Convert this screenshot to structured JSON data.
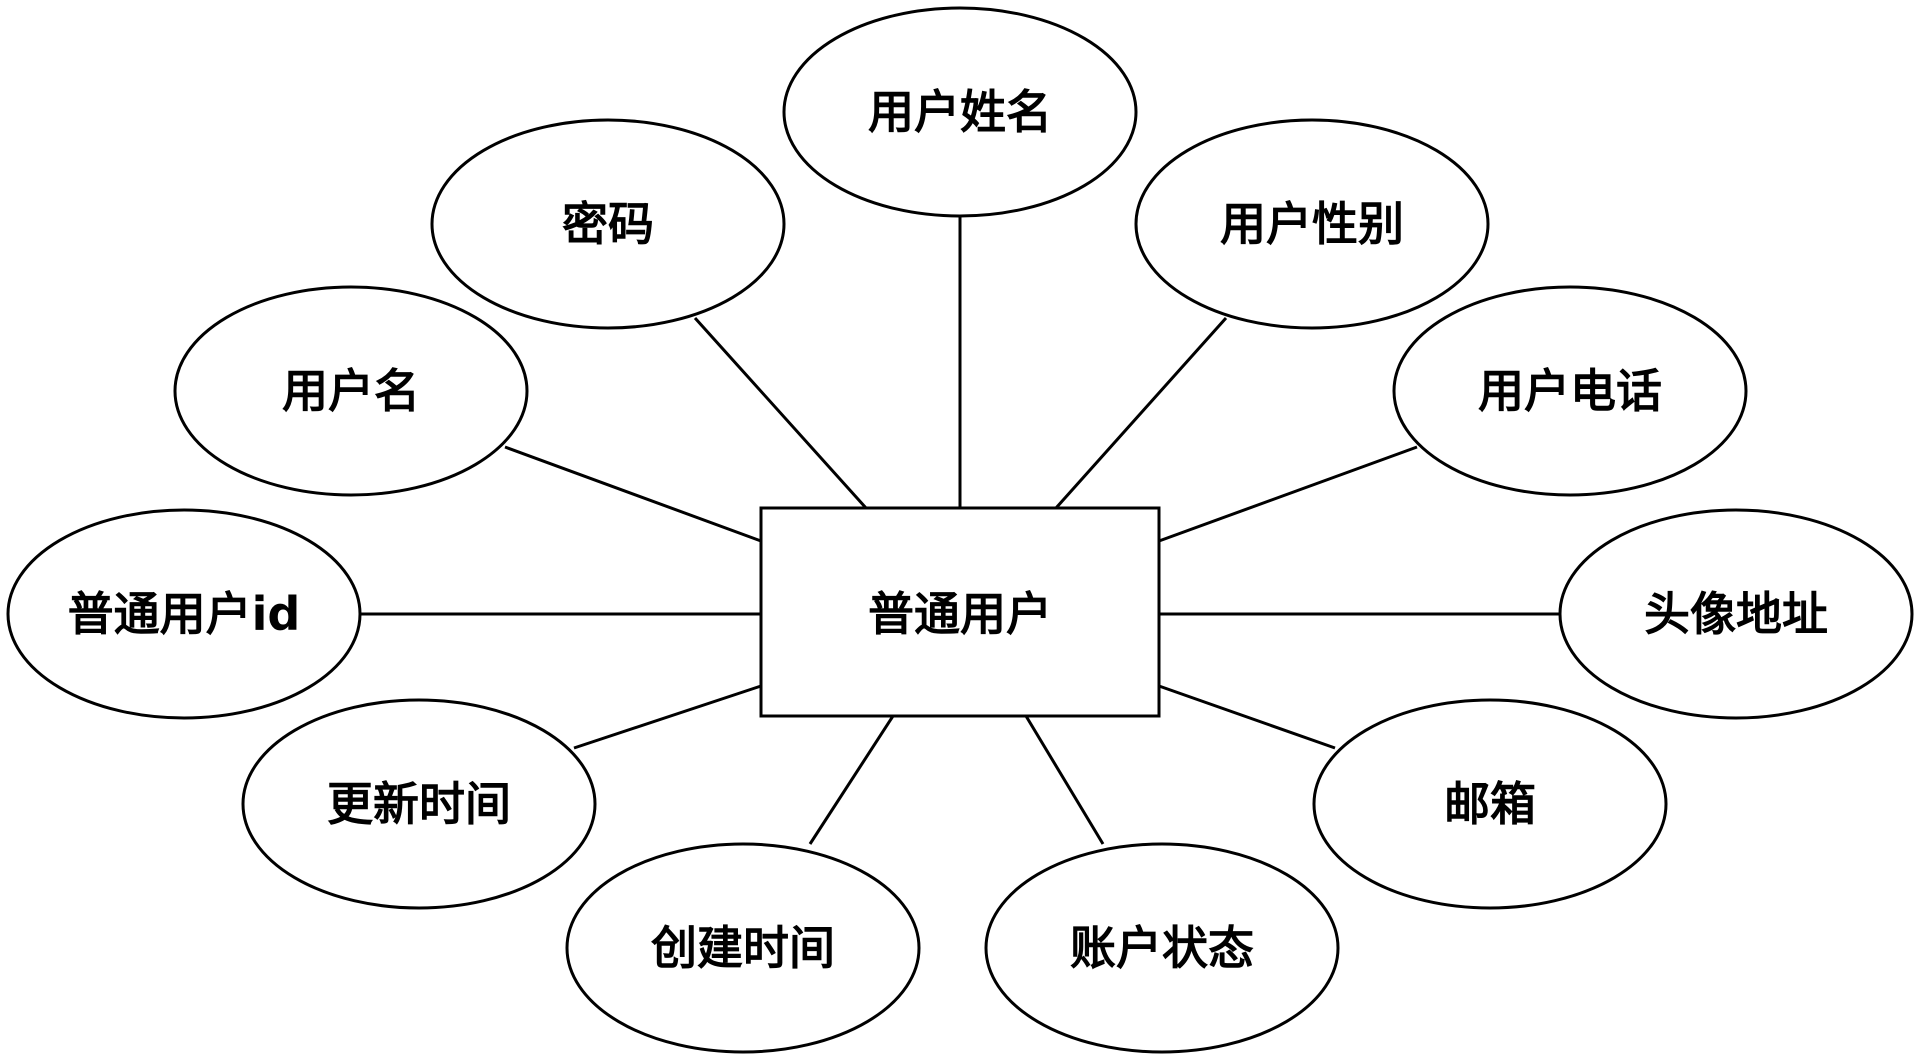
{
  "entity": {
    "label": "普通用户"
  },
  "attributes": [
    {
      "id": "user-id",
      "label": "普通用户id"
    },
    {
      "id": "username",
      "label": "用户名"
    },
    {
      "id": "password",
      "label": "密码"
    },
    {
      "id": "real-name",
      "label": "用户姓名"
    },
    {
      "id": "gender",
      "label": "用户性别"
    },
    {
      "id": "phone",
      "label": "用户电话"
    },
    {
      "id": "avatar-url",
      "label": "头像地址"
    },
    {
      "id": "email",
      "label": "邮箱"
    },
    {
      "id": "account-status",
      "label": "账户状态"
    },
    {
      "id": "create-time",
      "label": "创建时间"
    },
    {
      "id": "update-time",
      "label": "更新时间"
    }
  ]
}
